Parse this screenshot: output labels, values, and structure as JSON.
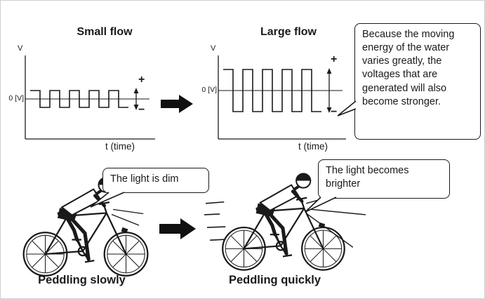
{
  "colors": {
    "ink": "#1a1a1a",
    "background": "#ffffff"
  },
  "top_row": {
    "small_graph": {
      "title": "Small flow",
      "v_axis_label": "V",
      "zero_label": "0 [V]",
      "time_label": "t (time)",
      "plus_sign": "+",
      "minus_sign": "−"
    },
    "large_graph": {
      "title": "Large flow",
      "v_axis_label": "V",
      "zero_label": "0 [V]",
      "time_label": "t (time)",
      "plus_sign": "+",
      "minus_sign": "−"
    },
    "explanation_bubble": "Because the moving energy of the water varies greatly, the voltages that are generated will also become stronger."
  },
  "bottom_row": {
    "left": {
      "bubble": "The light is dim",
      "caption": "Peddling slowly"
    },
    "right": {
      "bubble": "The light becomes brighter",
      "caption": "Peddling quickly"
    }
  },
  "chart_data": [
    {
      "type": "line",
      "wave_shape": "square",
      "title": "Small flow",
      "xlabel": "t (time)",
      "ylabel": "V",
      "zero_reference": "0 [V]",
      "cycles": 5,
      "amplitude_rel": 1,
      "annotations": [
        "+",
        "−"
      ]
    },
    {
      "type": "line",
      "wave_shape": "square",
      "title": "Large flow",
      "xlabel": "t (time)",
      "ylabel": "V",
      "zero_reference": "0 [V]",
      "cycles": 5,
      "amplitude_rel": 2.5,
      "annotations": [
        "+",
        "−"
      ]
    }
  ]
}
